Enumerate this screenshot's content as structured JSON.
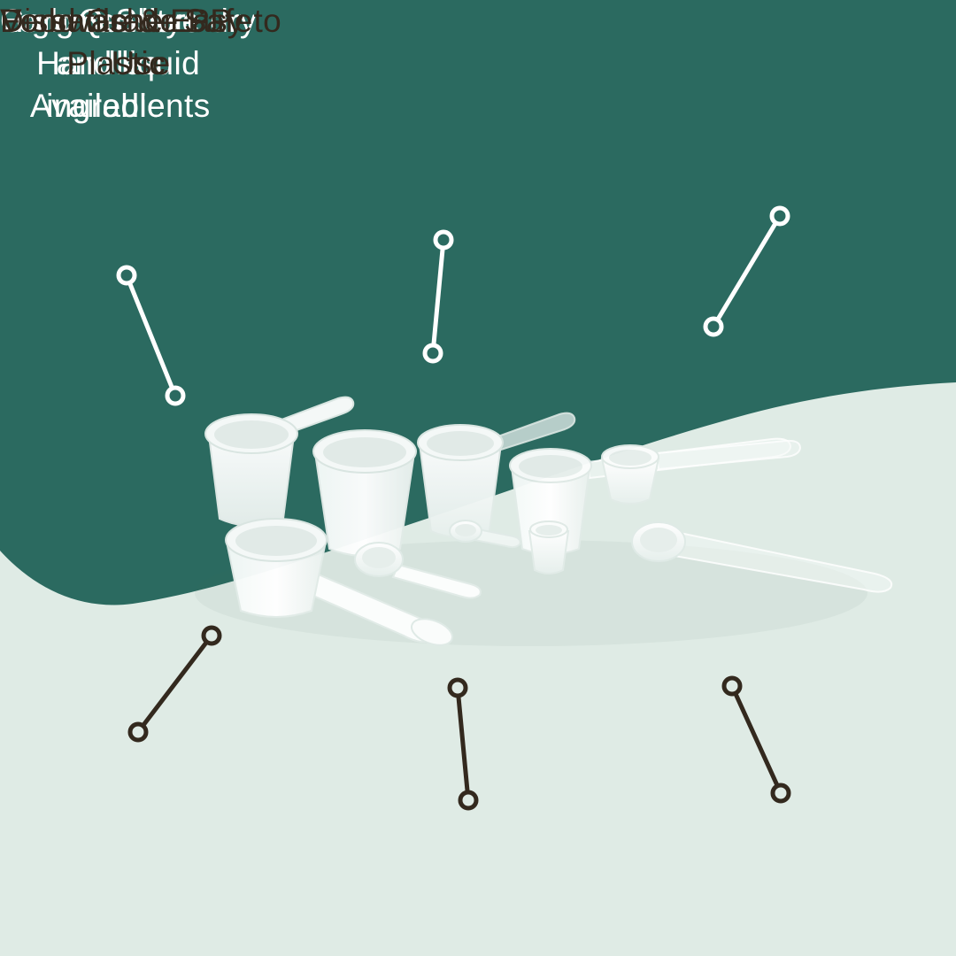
{
  "palette": {
    "teal_background": "#2B6A60",
    "light_background": "#DFEBE5",
    "text_on_teal": "#FFFFFF",
    "text_on_light": "#33291E",
    "leader_line_light": "#FFFFFF",
    "leader_line_dark": "#33291E",
    "product_white": "#FDFEFE"
  },
  "callouts": {
    "measure": {
      "text": "Can measure dry\nand liquid\ningredients"
    },
    "handles": {
      "text": "Long & Short\nHandles\nAvailable"
    },
    "quality": {
      "text": "High Quality"
    },
    "material": {
      "text": "Food Grade PP\nPlastic"
    },
    "versatile": {
      "text": "Versatile & Easy to\nUse"
    },
    "dishwasher": {
      "text": "Dishwasher Safe"
    }
  }
}
